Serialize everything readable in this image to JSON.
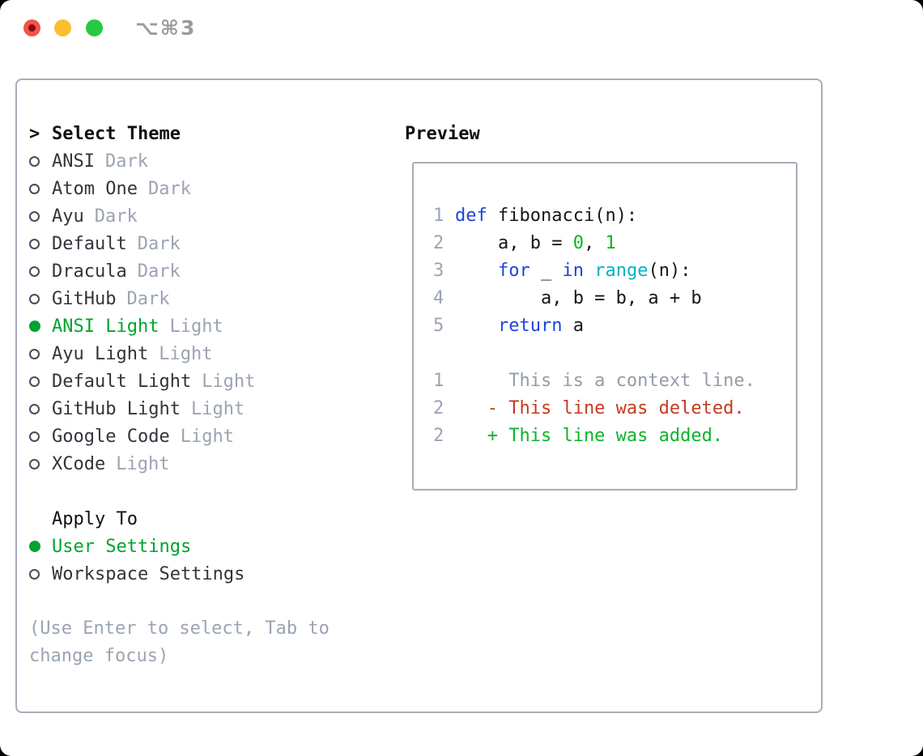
{
  "window": {
    "title": "⌥⌘3",
    "traffic_lights": {
      "close": "close-button",
      "minimize": "minimize-button",
      "zoom": "zoom-button"
    }
  },
  "theme": {
    "header": "Select Theme",
    "focus_caret": ">",
    "items": [
      {
        "name": "ANSI",
        "variant": "Dark",
        "selected": false
      },
      {
        "name": "Atom One",
        "variant": "Dark",
        "selected": false
      },
      {
        "name": "Ayu",
        "variant": "Dark",
        "selected": false
      },
      {
        "name": "Default",
        "variant": "Dark",
        "selected": false
      },
      {
        "name": "Dracula",
        "variant": "Dark",
        "selected": false
      },
      {
        "name": "GitHub",
        "variant": "Dark",
        "selected": false
      },
      {
        "name": "ANSI Light",
        "variant": "Light",
        "selected": true
      },
      {
        "name": "Ayu Light",
        "variant": "Light",
        "selected": false
      },
      {
        "name": "Default Light",
        "variant": "Light",
        "selected": false
      },
      {
        "name": "GitHub Light",
        "variant": "Light",
        "selected": false
      },
      {
        "name": "Google Code",
        "variant": "Light",
        "selected": false
      },
      {
        "name": "XCode",
        "variant": "Light",
        "selected": false
      }
    ],
    "apply_to": {
      "header": "Apply To",
      "options": [
        {
          "name": "User Settings",
          "selected": true
        },
        {
          "name": "Workspace Settings",
          "selected": false
        }
      ]
    },
    "hint": "(Use Enter to select, Tab to change focus)"
  },
  "preview": {
    "header": "Preview",
    "palette": {
      "fg": "#15181d",
      "blue": "#1c46d8",
      "green": "#00b81f",
      "cyan": "#00b2c8",
      "gray": "#949ca8",
      "red": "#c43a20",
      "added": "#0db32a"
    },
    "lines": [
      {
        "num": "1",
        "segments": [
          {
            "text": "def",
            "color": "blue"
          },
          {
            "text": " fibonacci(n):",
            "color": "fg"
          }
        ]
      },
      {
        "num": "2",
        "segments": [
          {
            "text": "    a, b = ",
            "color": "fg"
          },
          {
            "text": "0",
            "color": "green"
          },
          {
            "text": ", ",
            "color": "fg"
          },
          {
            "text": "1",
            "color": "green"
          }
        ]
      },
      {
        "num": "3",
        "segments": [
          {
            "text": "    ",
            "color": "fg"
          },
          {
            "text": "for",
            "color": "blue"
          },
          {
            "text": " _ ",
            "color": "fg"
          },
          {
            "text": "in",
            "color": "blue"
          },
          {
            "text": " ",
            "color": "fg"
          },
          {
            "text": "range",
            "color": "cyan"
          },
          {
            "text": "(n):",
            "color": "fg"
          }
        ]
      },
      {
        "num": "4",
        "segments": [
          {
            "text": "        a, b = b, a + b",
            "color": "fg"
          }
        ]
      },
      {
        "num": "5",
        "segments": [
          {
            "text": "    ",
            "color": "fg"
          },
          {
            "text": "return",
            "color": "blue"
          },
          {
            "text": " a",
            "color": "fg"
          }
        ]
      },
      {
        "num": "",
        "segments": []
      },
      {
        "num": "1",
        "segments": [
          {
            "text": "     This is a context line.",
            "color": "gray"
          }
        ]
      },
      {
        "num": "2",
        "segments": [
          {
            "text": "   - This line was deleted.",
            "color": "red"
          }
        ]
      },
      {
        "num": "2",
        "segments": [
          {
            "text": "   + This line was added.",
            "color": "added"
          }
        ]
      }
    ]
  },
  "colors": {
    "background": "#000000",
    "window_bg": "#ffffff",
    "border": "#a7adb7",
    "header_text": "#0d1116",
    "item_text": "#30353c",
    "muted_text": "#9ba4b2",
    "selection_green": "#00a32f",
    "radio_outline": "#474d55",
    "titlebar_text": "#9b9b9b",
    "traffic_red": "#f4524b",
    "traffic_red_dot": "#7d100c",
    "traffic_yellow": "#fcbd2e",
    "traffic_green": "#27c93f"
  }
}
